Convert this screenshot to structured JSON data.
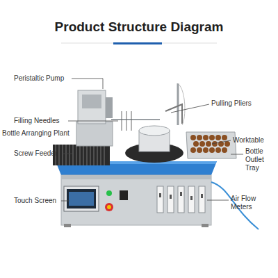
{
  "diagram": {
    "title": "Product Structure Diagram",
    "labels": [
      "Peristaltic Pump",
      "Filling Needles",
      "Bottle Arranging Plant",
      "Screw Feeder",
      "Touch Screen",
      "Pulling Pliers",
      "Worktable",
      "Bottle Outlet Tray",
      "Air Flow Meters"
    ]
  }
}
